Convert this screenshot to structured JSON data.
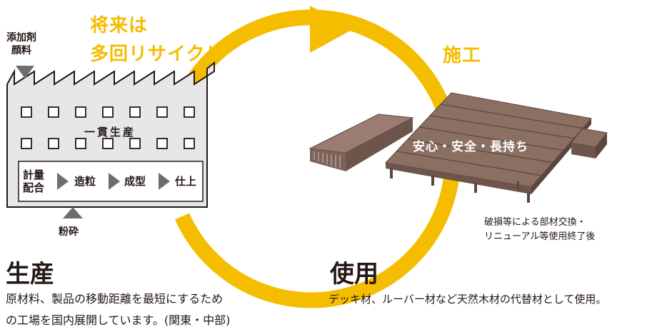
{
  "future": {
    "line1": "将来は",
    "line2": "多回リサイクル"
  },
  "construction_label": "施工",
  "additives": {
    "line1": "添加剤",
    "line2": "顔料"
  },
  "factory": {
    "title": "一貫生産",
    "step1_line1": "計量",
    "step1_line2": "配合",
    "step2": "造粒",
    "step3": "成型",
    "step4": "仕上"
  },
  "crushing_label": "粉砕",
  "deck_label": "安心・安全・長持ち",
  "after_use": {
    "line1": "破損等による部材交換・",
    "line2": "リニューアル等使用終了後"
  },
  "production": {
    "heading": "生産",
    "desc_line1": "原材料、製品の移動距離を最短にするため",
    "desc_line2": "の工場を国内展開しています。(関東・中部)"
  },
  "usage": {
    "heading": "使用",
    "desc": "デッキ材、ルーバー材など天然木材の代替材として使用。"
  },
  "colors": {
    "arrow": "#f5bd00",
    "text": "#231815",
    "factory_fill": "#e6e7e8",
    "deck": "#8b6f63",
    "deck_dark": "#5a463e",
    "triangle": "#6d6e70"
  }
}
